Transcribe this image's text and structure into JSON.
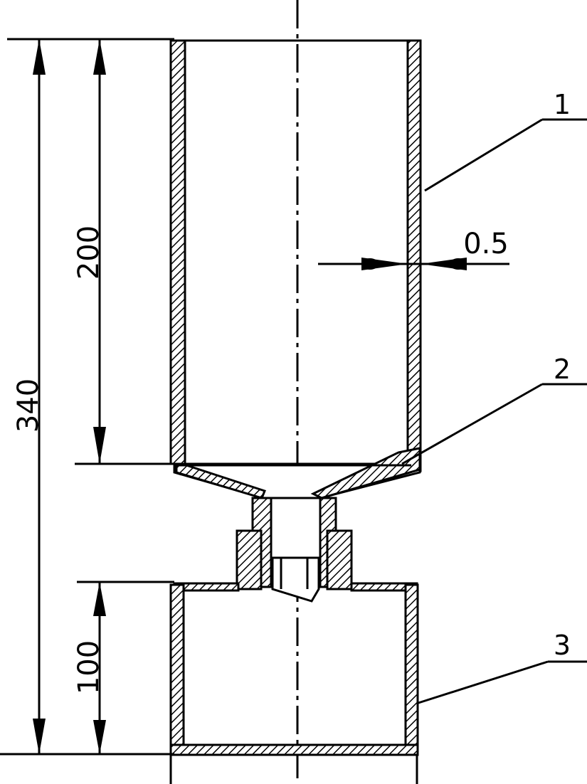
{
  "dimensions": {
    "overall_height": "340",
    "upper_vessel_height": "200",
    "lower_vessel_height": "100",
    "wall_thickness": "0.5"
  },
  "callouts": [
    {
      "number": "1"
    },
    {
      "number": "2"
    },
    {
      "number": "3"
    }
  ]
}
